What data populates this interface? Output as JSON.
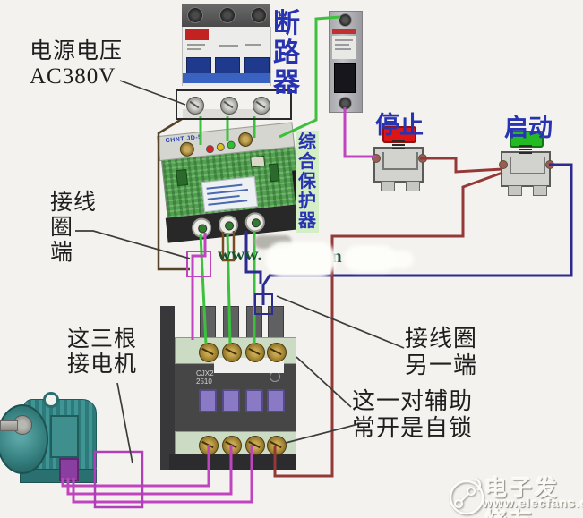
{
  "colors": {
    "background": "#f4f2ee",
    "annotation_blue": "#2733b0",
    "label_black": "#1e1e1e",
    "leader_line": "#3c3c3c",
    "protector_label_bg": "#d4eec6",
    "stop_cap_red": "#dd1515",
    "start_cap_green": "#22bb22",
    "wires": {
      "green": "#3cc13c",
      "magenta": "#c044c0",
      "navy": "#2b2b90",
      "dark_red": "#953838",
      "brown": "#7a4a22",
      "khaki": "#55442a",
      "purple_box": "#b040b8",
      "magenta_box": "#c044c0",
      "navy_box": "#2b2b90",
      "black_box": "#2a2a2a",
      "leader": "#3c3c3c"
    }
  },
  "labels": {
    "power_voltage": "电源电压\nAC380V",
    "breaker": "断路器",
    "protector": "综合保护器",
    "stop": "停止",
    "start": "启动",
    "coil_terminal": "接线\n圈\n端",
    "motor_wires": "这三根\n接电机",
    "coil_other_end": "接线圈\n另一端",
    "aux_selflock": "这一对辅助\n常开是自锁"
  },
  "components": {
    "protector_brand": "CHNT JD-5",
    "contactor_model": "CJX2\n2510"
  },
  "watermarks": {
    "center_prefix": "www.",
    "center_suffix": "n",
    "site_name": "电子发烧友",
    "site_url": "www.elecfans.com"
  }
}
